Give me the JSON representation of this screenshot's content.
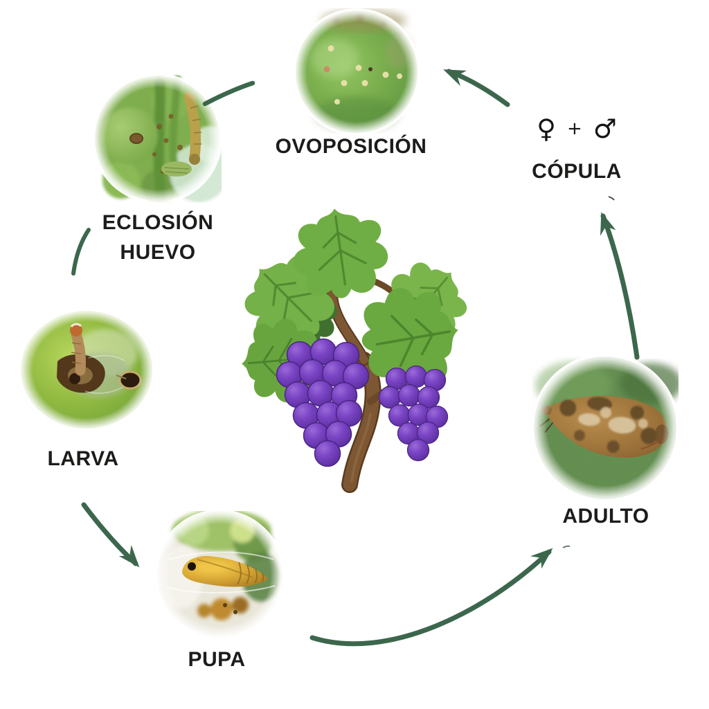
{
  "diagram_subject": "grape pest life cycle",
  "stages": {
    "ovoposicion": {
      "label": "OVOPOSICIÓN",
      "image": "green-berry-with-moth-eggs"
    },
    "copula": {
      "label": "CÓPULA",
      "female_symbol": "♀",
      "plus_sign": "+",
      "male_symbol": "♂"
    },
    "adulto": {
      "label": "ADULTO",
      "image": "brown-moth-on-green-leaf"
    },
    "pupa": {
      "label": "PUPA",
      "image": "yellow-pupa-in-silk-cocoon"
    },
    "larva": {
      "label": "LARVA",
      "image": "larva-boring-into-green-berry"
    },
    "eclosion_huevo": {
      "label_line1": "ECLOSIÓN",
      "label_line2": "HUEVO",
      "image": "larva-hatching-on-green-grapes"
    }
  },
  "center": {
    "illustration": "grapevine-with-purple-grapes"
  },
  "connections": [
    {
      "from": "copula",
      "to": "ovoposicion",
      "arrowhead": true
    },
    {
      "from": "ovoposicion",
      "to": "eclosion_huevo",
      "arrowhead": false
    },
    {
      "from": "eclosion_huevo",
      "to": "larva",
      "arrowhead": false
    },
    {
      "from": "larva",
      "to": "pupa",
      "arrowhead": true
    },
    {
      "from": "pupa",
      "to": "adulto",
      "arrowhead": true
    },
    {
      "from": "adulto",
      "to": "copula",
      "arrowhead": true
    }
  ],
  "colors": {
    "arrow": "#3c674d",
    "label_text": "#1d1c1b",
    "background": "#ffffff"
  }
}
